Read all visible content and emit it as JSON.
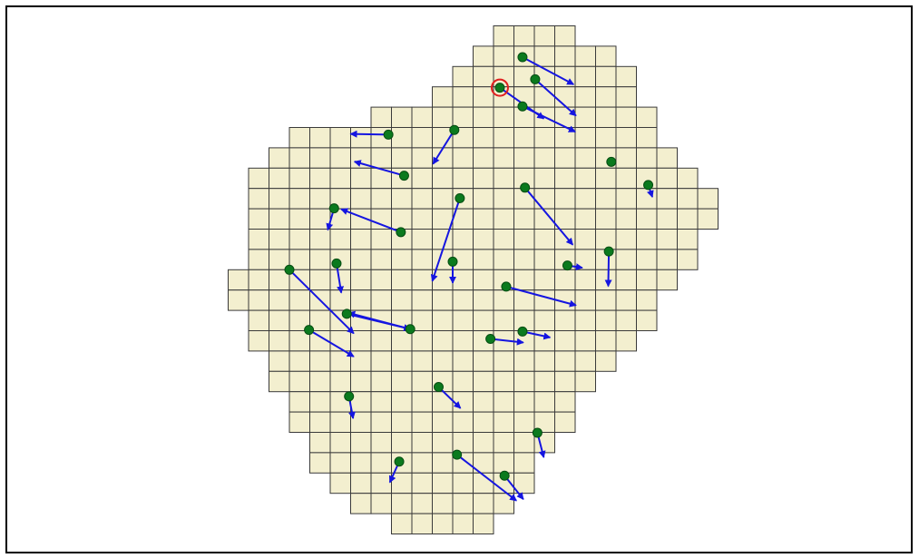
{
  "colors": {
    "cell_fill": "#f3efcf",
    "cell_stroke": "#3a3a3a",
    "arrow": "#1515e0",
    "node": "#0b7a1e",
    "node_stroke": "#064d12",
    "highlight_ring": "#e02020",
    "frame": "#000000"
  },
  "grid": {
    "columns": 24,
    "rows": 25,
    "row_spans": [
      [
        13,
        16
      ],
      [
        12,
        18
      ],
      [
        11,
        19
      ],
      [
        10,
        19
      ],
      [
        7,
        20
      ],
      [
        3,
        20
      ],
      [
        2,
        21
      ],
      [
        1,
        22
      ],
      [
        1,
        23
      ],
      [
        1,
        23
      ],
      [
        1,
        22
      ],
      [
        1,
        22
      ],
      [
        0,
        21
      ],
      [
        0,
        20
      ],
      [
        1,
        20
      ],
      [
        1,
        19
      ],
      [
        2,
        18
      ],
      [
        2,
        17
      ],
      [
        3,
        16
      ],
      [
        3,
        16
      ],
      [
        4,
        15
      ],
      [
        4,
        14
      ],
      [
        5,
        14
      ],
      [
        6,
        13
      ],
      [
        8,
        12
      ]
    ]
  },
  "vectors": [
    {
      "from": [
        14.42,
        1.54
      ],
      "to": [
        16.92,
        2.88
      ]
    },
    {
      "from": [
        13.31,
        3.04
      ],
      "to": [
        15.46,
        4.56
      ],
      "highlighted": true
    },
    {
      "from": [
        15.04,
        2.63
      ],
      "to": [
        17.04,
        4.42
      ]
    },
    {
      "from": [
        14.42,
        3.96
      ],
      "to": [
        17.0,
        5.21
      ]
    },
    {
      "from": [
        7.85,
        5.35
      ],
      "to": [
        6.0,
        5.32
      ]
    },
    {
      "from": [
        11.08,
        5.12
      ],
      "to": [
        10.04,
        6.79
      ]
    },
    {
      "from": [
        18.77,
        6.69
      ],
      "to": [
        18.65,
        6.58
      ]
    },
    {
      "from": [
        8.62,
        7.37
      ],
      "to": [
        6.19,
        6.68
      ]
    },
    {
      "from": [
        20.58,
        7.83
      ],
      "to": [
        20.78,
        8.42
      ]
    },
    {
      "from": [
        14.54,
        7.96
      ],
      "to": [
        16.88,
        10.77
      ]
    },
    {
      "from": [
        11.35,
        8.48
      ],
      "to": [
        10.0,
        12.56
      ]
    },
    {
      "from": [
        5.19,
        8.98
      ],
      "to": [
        4.88,
        10.04
      ]
    },
    {
      "from": [
        8.46,
        10.15
      ],
      "to": [
        5.54,
        9.02
      ]
    },
    {
      "from": [
        18.65,
        11.1
      ],
      "to": [
        18.62,
        12.81
      ]
    },
    {
      "from": [
        11.0,
        11.6
      ],
      "to": [
        11.0,
        12.65
      ]
    },
    {
      "from": [
        5.31,
        11.69
      ],
      "to": [
        5.54,
        13.13
      ]
    },
    {
      "from": [
        16.62,
        11.79
      ],
      "to": [
        17.35,
        11.9
      ]
    },
    {
      "from": [
        3.0,
        12.0
      ],
      "to": [
        6.15,
        15.13
      ]
    },
    {
      "from": [
        13.62,
        12.83
      ],
      "to": [
        17.04,
        13.75
      ]
    },
    {
      "from": [
        5.81,
        14.17
      ],
      "to": [
        8.92,
        14.92
      ]
    },
    {
      "from": [
        8.92,
        14.92
      ],
      "to": [
        5.9,
        14.12
      ]
    },
    {
      "from": [
        3.96,
        14.96
      ],
      "to": [
        6.15,
        16.27
      ]
    },
    {
      "from": [
        14.42,
        15.04
      ],
      "to": [
        15.77,
        15.33
      ]
    },
    {
      "from": [
        12.85,
        15.4
      ],
      "to": [
        14.46,
        15.58
      ]
    },
    {
      "from": [
        10.31,
        17.77
      ],
      "to": [
        11.38,
        18.81
      ]
    },
    {
      "from": [
        5.92,
        18.23
      ],
      "to": [
        6.12,
        19.31
      ]
    },
    {
      "from": [
        15.15,
        20.02
      ],
      "to": [
        15.46,
        21.23
      ]
    },
    {
      "from": [
        11.21,
        21.1
      ],
      "to": [
        14.12,
        23.36
      ]
    },
    {
      "from": [
        8.38,
        21.44
      ],
      "to": [
        7.92,
        22.46
      ]
    },
    {
      "from": [
        13.54,
        22.13
      ],
      "to": [
        14.46,
        23.29
      ]
    }
  ]
}
